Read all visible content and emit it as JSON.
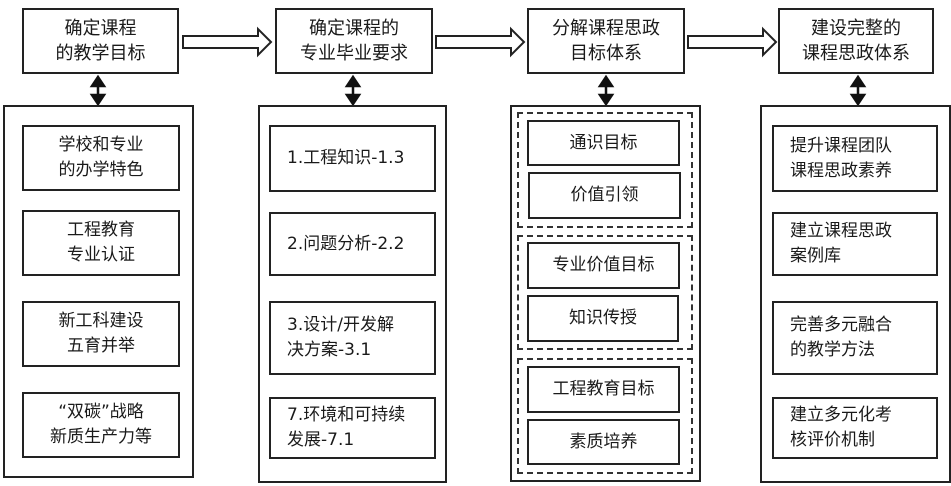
{
  "steps": [
    {
      "title": "确定课程\n的教学目标"
    },
    {
      "title": "确定课程的\n专业毕业要求"
    },
    {
      "title": "分解课程思政\n目标体系"
    },
    {
      "title": "建设完整的\n课程思政体系"
    }
  ],
  "column1": {
    "items": [
      "学校和专业\n的办学特色",
      "工程教育\n专业认证",
      "新工科建设\n五育并举",
      "“双碳”战略\n新质生产力等"
    ]
  },
  "column2": {
    "items": [
      "1.工程知识-1.3",
      "2.问题分析-2.2",
      "3.设计/开发解\n决方案-3.1",
      "7.环境和可持续\n发展-7.1"
    ]
  },
  "column3": {
    "groups": [
      {
        "goal": "通识目标",
        "focus": "价值引领"
      },
      {
        "goal": "专业价值目标",
        "focus": "知识传授"
      },
      {
        "goal": "工程教育目标",
        "focus": "素质培养"
      }
    ]
  },
  "column4": {
    "items": [
      "提升课程团队\n课程思政素养",
      "建立课程思政\n案例库",
      "完善多元融合\n的教学方法",
      "建立多元化考\n核评价机制"
    ]
  }
}
